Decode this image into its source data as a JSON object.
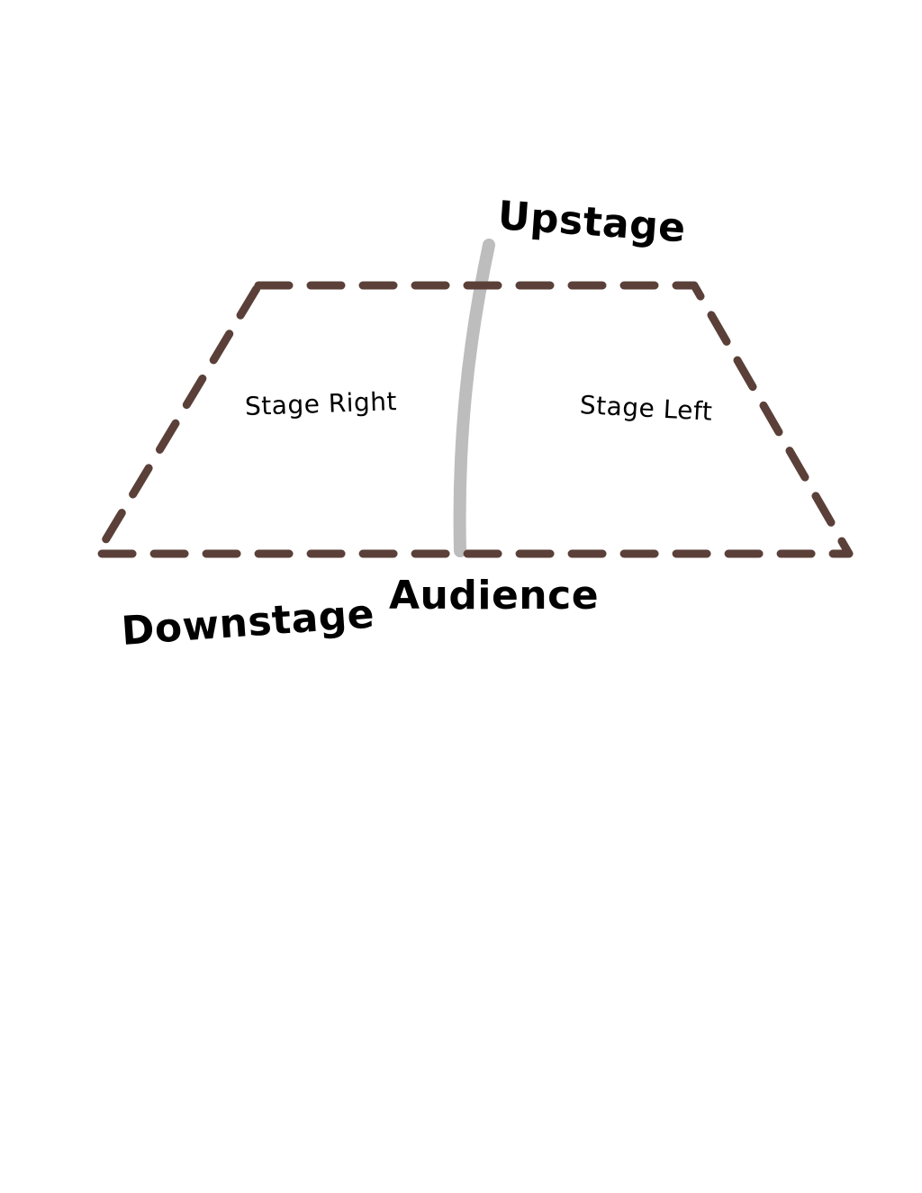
{
  "labels": {
    "upstage": "Upstage",
    "stage_right": "Stage Right",
    "stage_left": "Stage Left",
    "audience": "Audience",
    "downstage": "Downstage"
  },
  "colors": {
    "stage_outline": "#5a4038",
    "center_line": "#bdbdbd",
    "text": "#000000",
    "background": "#ffffff"
  }
}
